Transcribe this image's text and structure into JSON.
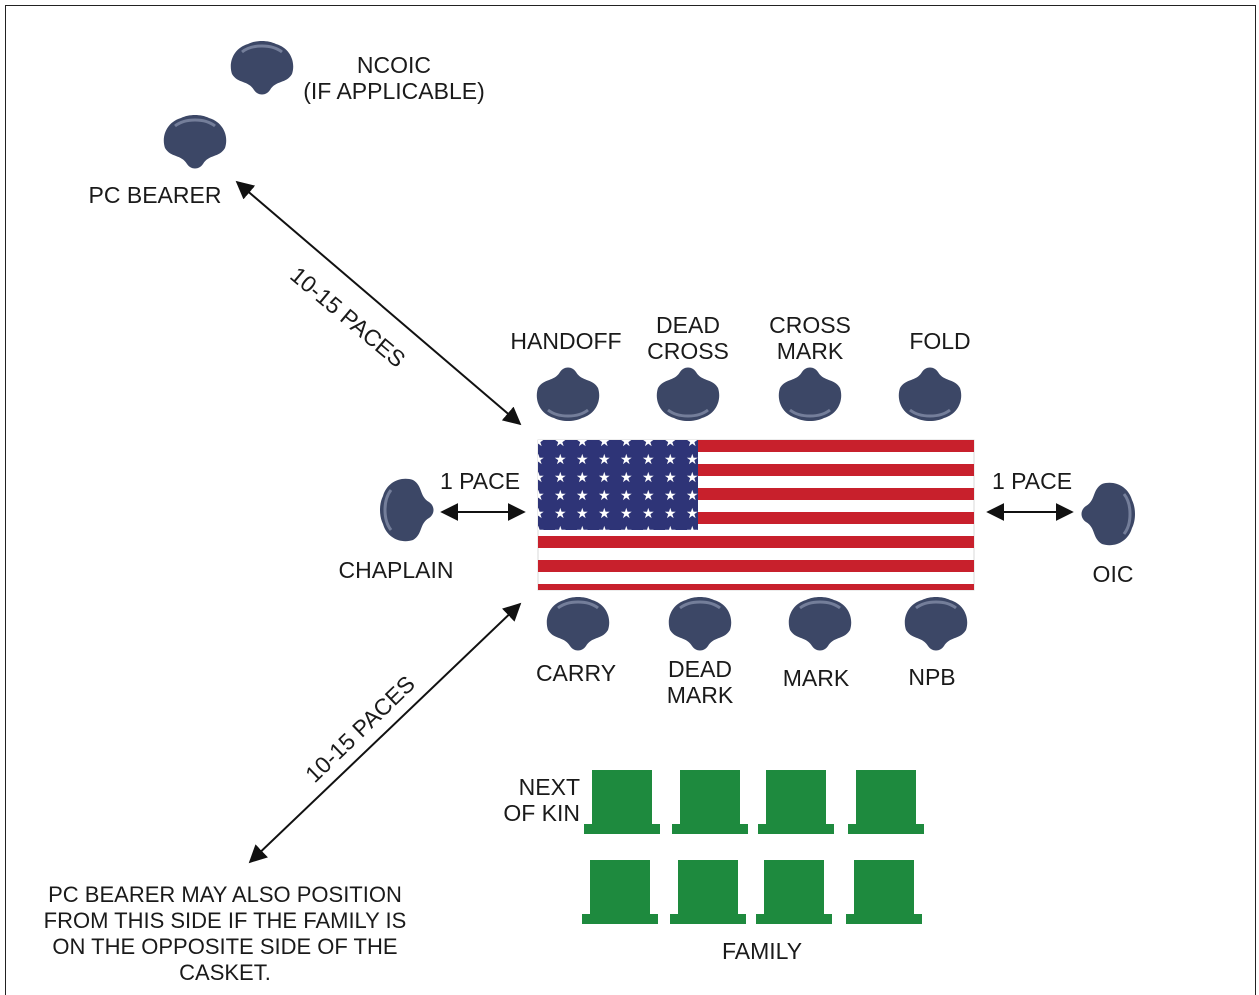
{
  "labels": {
    "ncoic": "NCOIC\n(IF APPLICABLE)",
    "pc_bearer": "PC BEARER",
    "paces_top": "10-15 PACES",
    "paces_bottom": "10-15 PACES",
    "handoff": "HANDOFF",
    "dead_cross": "DEAD\nCROSS",
    "cross_mark": "CROSS\nMARK",
    "fold": "FOLD",
    "one_pace_left": "1 PACE",
    "one_pace_right": "1 PACE",
    "chaplain": "CHAPLAIN",
    "oic": "OIC",
    "carry": "CARRY",
    "dead_mark": "DEAD\nMARK",
    "mark": "MARK",
    "npb": "NPB",
    "next_of_kin": "NEXT\nOF KIN",
    "family": "FAMILY",
    "pc_bearer_note": "PC BEARER MAY ALSO POSITION\nFROM THIS SIDE IF THE FAMILY IS\nON THE OPPOSITE SIDE OF THE\nCASKET."
  },
  "colors": {
    "soldier": "#3c4766",
    "chair": "#1e8a3e",
    "flag_red": "#c8202c",
    "flag_blue": "#2e3477",
    "arrow": "#111111"
  },
  "icons": {
    "soldier": "person-top-view-icon",
    "chair": "chair-icon",
    "casket": "flag-draped-casket-icon"
  }
}
